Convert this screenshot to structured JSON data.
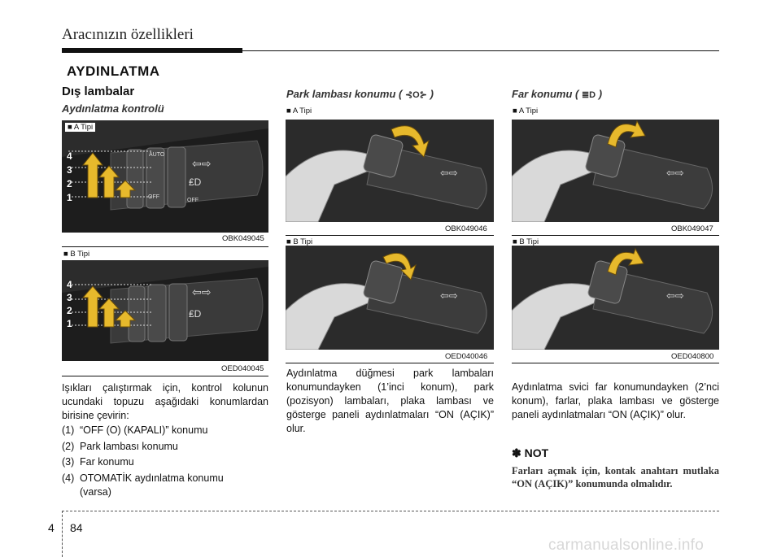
{
  "header": {
    "title": "Aracınızın özellikleri"
  },
  "section_title": "AYDINLATMA",
  "subheading": "Dış lambalar",
  "col1": {
    "subheading": "Aydınlatma kontrolü",
    "fig_a_label": "■ A Tipi",
    "fig_a_code": "OBK049045",
    "fig_b_label": "■ B Tipi",
    "fig_b_code": "OED040045",
    "fig_a_numbers": [
      "4",
      "3",
      "2",
      "1"
    ],
    "fig_b_numbers": [
      "4",
      "3",
      "2",
      "1"
    ],
    "stalk_auto": "AUTO",
    "stalk_off": "OFF",
    "body": "Işıkları çalıştırmak için, kontrol kolunun ucundaki topuzu aşağıdaki konumlardan birisine çevirin:",
    "list": [
      {
        "num": "(1)",
        "text": "“OFF (O) (KAPALI)” konumu"
      },
      {
        "num": "(2)",
        "text": "Park lambası konumu"
      },
      {
        "num": "(3)",
        "text": "Far konumu"
      },
      {
        "num": "(4)",
        "text": "OTOMATİK aydınlatma konumu",
        "cont": "(varsa)"
      }
    ]
  },
  "col2": {
    "subheading": "Park lambası konumu (",
    "subheading_end": ")",
    "fig_a_label": "■ A Tipi",
    "fig_a_code": "OBK049046",
    "fig_b_label": "■ B Tipi",
    "fig_b_code": "OED040046",
    "body": "Aydınlatma düğmesi park lambaları konumundayken (1’inci konum), park (pozisyon) lambaları, plaka lambası ve gösterge paneli aydınlatmaları “ON (AÇIK)” olur."
  },
  "col3": {
    "subheading": "Far konumu (",
    "subheading_end": ")",
    "fig_a_label": "■ A Tipi",
    "fig_a_code": "OBK049047",
    "fig_b_label": "■ B Tipi",
    "fig_b_code": "OED040800",
    "body": "Aydınlatma svici far konumundayken (2’nci konum), farlar, plaka lambası ve gösterge paneli aydınlatmaları “ON (AÇIK)” olur."
  },
  "note": {
    "title": "✽ NOT",
    "text": "Farları açmak için, kontak anahtarı mutlaka “ON (AÇIK)” konumunda olmalıdır."
  },
  "footer": {
    "chapter": "4",
    "page": "84"
  },
  "watermark": "carmanualsonline.info",
  "colors": {
    "arrow_fill": "#e7b92c",
    "arrow_outline": "#6b4e0a",
    "photo_bg": "#262626",
    "stalk": "#3a3a3a"
  }
}
